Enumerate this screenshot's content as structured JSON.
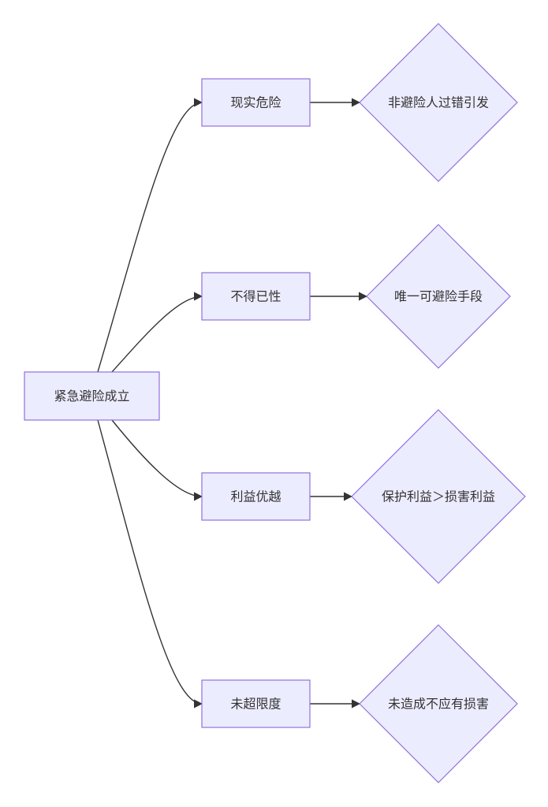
{
  "diagram": {
    "root": {
      "label": "紧急避险成立"
    },
    "conditions": [
      {
        "label": "现实危险",
        "detail": "非避险人过错引发"
      },
      {
        "label": "不得已性",
        "detail": "唯一可避险手段"
      },
      {
        "label": "利益优越",
        "detail": "保护利益＞损害利益"
      },
      {
        "label": "未超限度",
        "detail": "未造成不应有损害"
      }
    ]
  },
  "colors": {
    "node_fill": "#ECECFF",
    "node_stroke": "#9370DB",
    "edge": "#333333",
    "text": "#333333",
    "background": "#FFFFFF"
  }
}
